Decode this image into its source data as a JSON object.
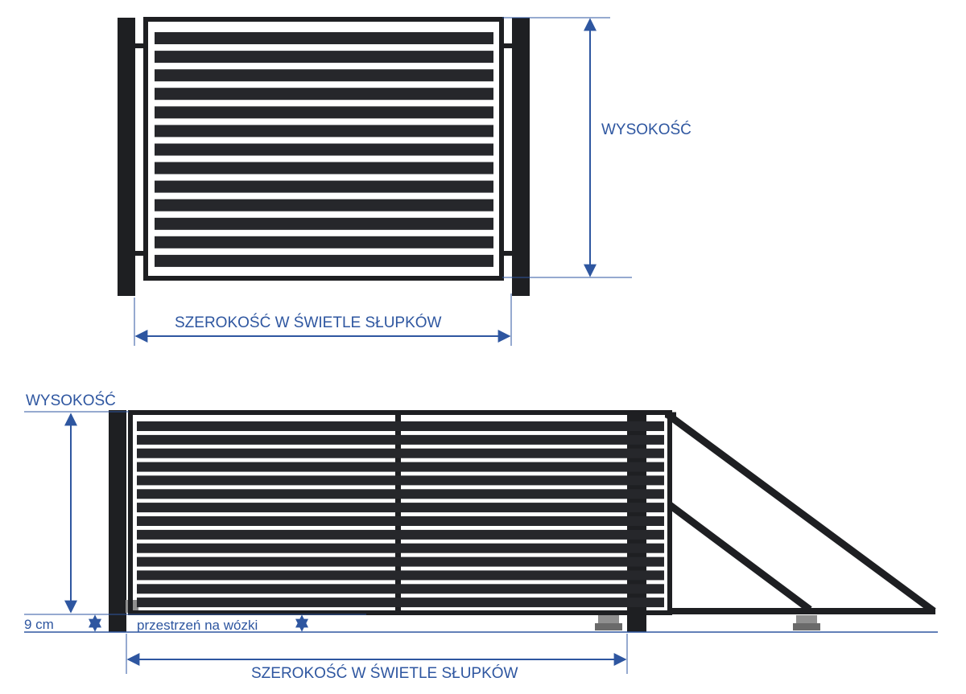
{
  "colors": {
    "frame": "#1e1f22",
    "slat": "#26272b",
    "dimension": "#2e56a0",
    "ground": "#2e56a0",
    "label": "#2e56a0",
    "roller": "#8f8f8f"
  },
  "swing_gate": {
    "height_label": "WYSOKOŚĆ",
    "width_label": "SZEROKOŚĆ W ŚWIETLE SŁUPKÓW"
  },
  "sliding_gate": {
    "height_label": "WYSOKOŚĆ",
    "clearance_value": "9 cm",
    "clearance_label": "przestrzeń na wózki",
    "width_label": "SZEROKOŚĆ W ŚWIETLE SŁUPKÓW"
  }
}
